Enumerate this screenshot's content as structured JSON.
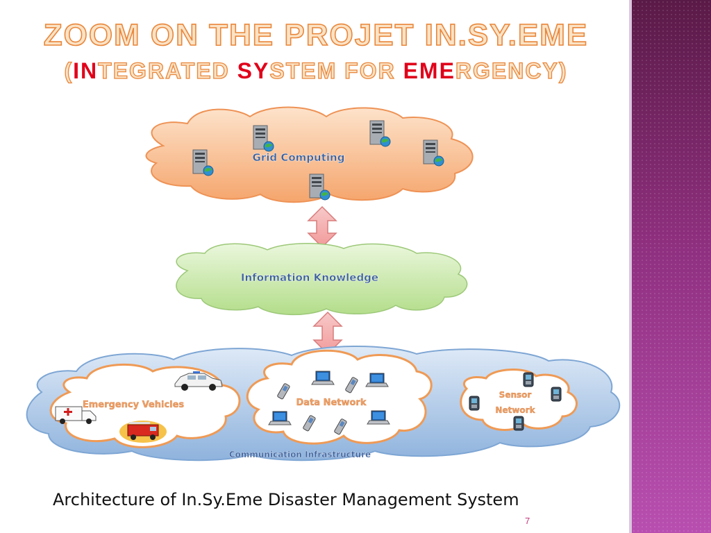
{
  "title": {
    "line1": "Zoom on the projet In.Sy.Eme",
    "line2_parts": [
      {
        "text": "(",
        "hl": false
      },
      {
        "text": "In",
        "hl": true
      },
      {
        "text": "tegrated ",
        "hl": false
      },
      {
        "text": "Sy",
        "hl": true
      },
      {
        "text": "stem for ",
        "hl": false
      },
      {
        "text": "Eme",
        "hl": true
      },
      {
        "text": "rgency)",
        "hl": false
      }
    ]
  },
  "diagram": {
    "grid_label": "Grid Computing",
    "info_label": "Information Knowledge",
    "vehicles_label": "Emergency Vehicles",
    "data_network_label": "Data Network",
    "sensor_label_1": "Sensor",
    "sensor_label_2": "Network",
    "comm_label": "Communication Infrastructure"
  },
  "colors": {
    "accent_red": "#e0001a",
    "title_fill": "#fbe3c6",
    "title_stroke": "#e9863a",
    "grid_cloud": "#f7b98a",
    "info_cloud": "#c6e8a4",
    "comm_cloud": "#a9c6e6",
    "sub_cloud_border": "#ef9a55",
    "arrow": "#f3b4b4",
    "side_bar": "#8e2f7e"
  },
  "icons": [
    "server-icon",
    "globe-icon",
    "police-car-icon",
    "ambulance-icon",
    "fire-truck-icon",
    "laptop-icon",
    "pda-icon"
  ],
  "caption": "Architecture of In.Sy.Eme Disaster Management System",
  "page_number": "7"
}
